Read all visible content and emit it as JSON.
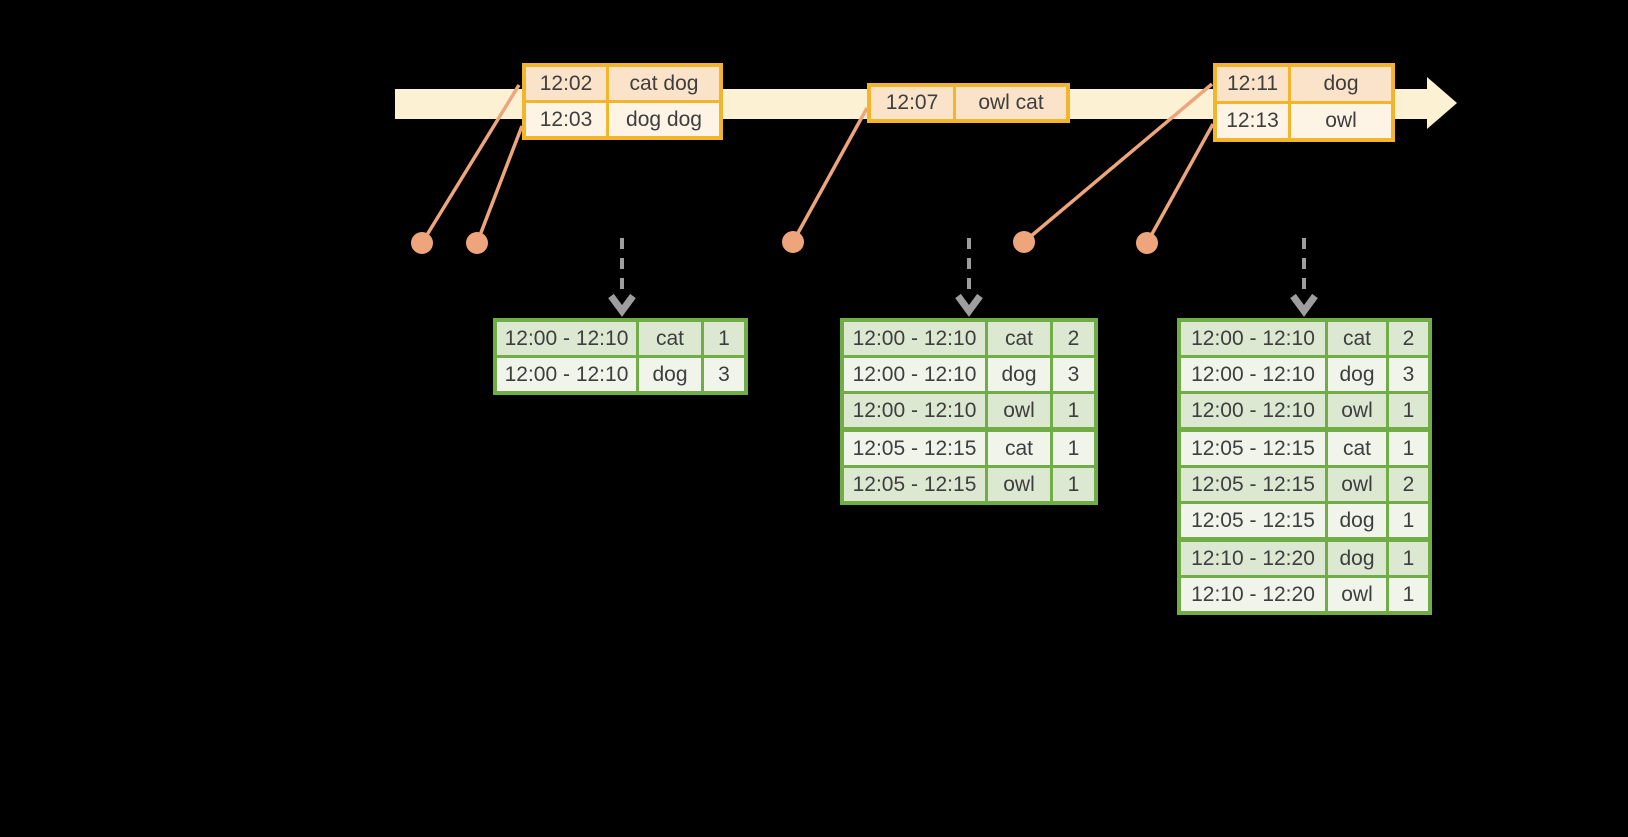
{
  "colors": {
    "background": "#000000",
    "timeline_band": "#FCF1D2",
    "event_border": "#F2B52B",
    "event_row_odd": "#FAE3C9",
    "event_row_even": "#FDF4E6",
    "connector": "#EFA57C",
    "result_border": "#70AD47",
    "result_row_odd": "#DCE8D2",
    "result_row_even": "#F0F4EB",
    "trigger_arrow": "#9E9E9E",
    "text": "#3E3E3E"
  },
  "event_tables": [
    {
      "rows": [
        {
          "time": "12:02",
          "words": "cat dog"
        },
        {
          "time": "12:03",
          "words": "dog dog"
        }
      ]
    },
    {
      "rows": [
        {
          "time": "12:07",
          "words": "owl cat"
        }
      ]
    },
    {
      "rows": [
        {
          "time": "12:11",
          "words": "dog"
        },
        {
          "time": "12:13",
          "words": "owl"
        }
      ]
    }
  ],
  "result_tables": [
    {
      "rows": [
        {
          "window": "12:00 - 12:10",
          "word": "cat",
          "count": "1"
        },
        {
          "window": "12:00 - 12:10",
          "word": "dog",
          "count": "3"
        }
      ]
    },
    {
      "rows": [
        {
          "window": "12:00 - 12:10",
          "word": "cat",
          "count": "2"
        },
        {
          "window": "12:00 - 12:10",
          "word": "dog",
          "count": "3"
        },
        {
          "window": "12:00 - 12:10",
          "word": "owl",
          "count": "1"
        },
        {
          "window": "12:05 - 12:15",
          "word": "cat",
          "count": "1"
        },
        {
          "window": "12:05 - 12:15",
          "word": "owl",
          "count": "1"
        }
      ]
    },
    {
      "rows": [
        {
          "window": "12:00 - 12:10",
          "word": "cat",
          "count": "2"
        },
        {
          "window": "12:00 - 12:10",
          "word": "dog",
          "count": "3"
        },
        {
          "window": "12:00 - 12:10",
          "word": "owl",
          "count": "1"
        },
        {
          "window": "12:05 - 12:15",
          "word": "cat",
          "count": "1"
        },
        {
          "window": "12:05 - 12:15",
          "word": "owl",
          "count": "2"
        },
        {
          "window": "12:05 - 12:15",
          "word": "dog",
          "count": "1"
        },
        {
          "window": "12:10 - 12:20",
          "word": "dog",
          "count": "1"
        },
        {
          "window": "12:10 - 12:20",
          "word": "owl",
          "count": "1"
        }
      ]
    }
  ]
}
